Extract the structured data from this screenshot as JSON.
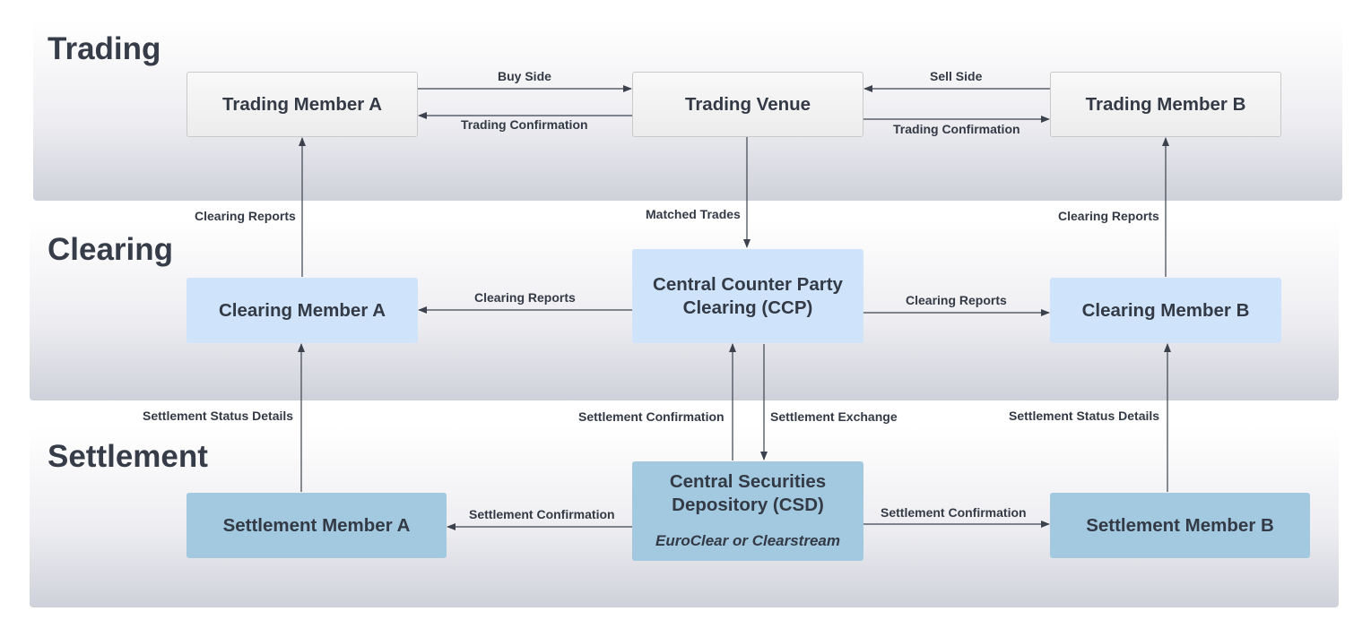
{
  "sections": {
    "trading": "Trading",
    "clearing": "Clearing",
    "settlement": "Settlement"
  },
  "nodes": {
    "trading_member_a": "Trading Member A",
    "trading_venue": "Trading Venue",
    "trading_member_b": "Trading Member B",
    "clearing_member_a": "Clearing Member A",
    "ccp_line1": "Central Counter Party",
    "ccp_line2": "Clearing (CCP)",
    "clearing_member_b": "Clearing Member B",
    "settlement_member_a": "Settlement Member A",
    "csd_line1": "Central Securities",
    "csd_line2": "Depository (CSD)",
    "csd_sub": "EuroClear or Clearstream",
    "settlement_member_b": "Settlement Member B"
  },
  "edges": {
    "buy_side": "Buy Side",
    "trading_confirmation_a": "Trading Confirmation",
    "sell_side": "Sell Side",
    "trading_confirmation_b": "Trading Confirmation",
    "clearing_reports_up_a": "Clearing Reports",
    "matched_trades": "Matched Trades",
    "clearing_reports_up_b": "Clearing Reports",
    "clearing_reports_a": "Clearing Reports",
    "clearing_reports_b": "Clearing Reports",
    "settlement_status_a": "Settlement Status Details",
    "settlement_confirmation_up": "Settlement Confirmation",
    "settlement_exchange": "Settlement Exchange",
    "settlement_status_b": "Settlement Status Details",
    "settlement_confirmation_a": "Settlement Confirmation",
    "settlement_confirmation_b": "Settlement Confirmation"
  },
  "colors": {
    "trading_node": "#f3f3f3",
    "clearing_node": "#cfe4fb",
    "settlement_node": "#a3c9e0",
    "arrow": "#3b424d"
  }
}
